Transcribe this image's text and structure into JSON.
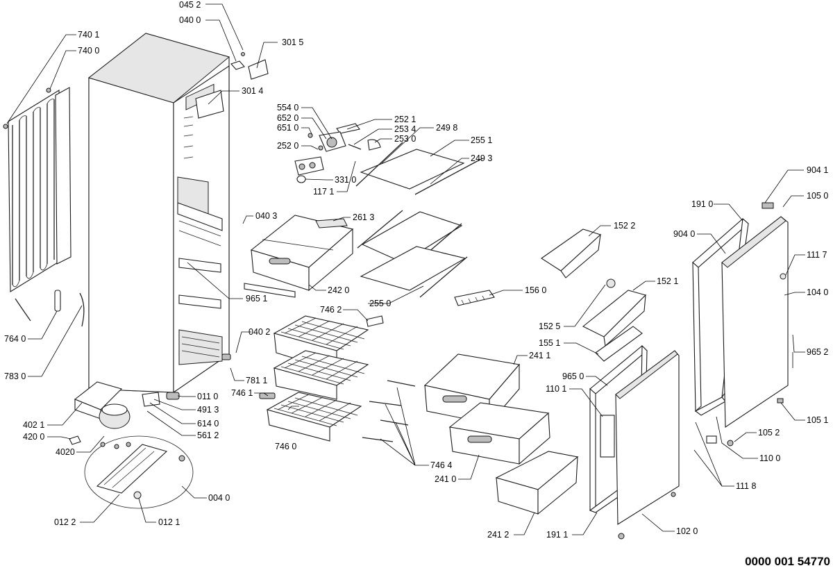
{
  "labels": {
    "l0452": "045 2",
    "l0400": "040 0",
    "l3015": "301 5",
    "l7401": "740 1",
    "l7400": "740 0",
    "l3014": "301 4",
    "l5540": "554 0",
    "l6520": "652 0",
    "l6510": "651 0",
    "l2520": "252 0",
    "l2521": "252 1",
    "l2534": "253 4",
    "l2530": "253 0",
    "l2498": "249 8",
    "l2551": "255 1",
    "l2493": "249 3",
    "l3310": "331 0",
    "l1171": "117 1",
    "l0403": "040 3",
    "l2613": "261 3",
    "l1522": "152 2",
    "l9041": "904 1",
    "l1050": "105 0",
    "l1910": "191 0",
    "l9040": "904 0",
    "l1117": "111 7",
    "l1040": "104 0",
    "l2420": "242 0",
    "l9651": "965 1",
    "l2550": "255 0",
    "l1560": "156 0",
    "l1521": "152 1",
    "l7462": "746 2",
    "l1525": "152 5",
    "l1551": "155 1",
    "l7640": "764 0",
    "l0402": "040 2",
    "l2411": "241 1",
    "l9652": "965 2",
    "l9650": "965 0",
    "l7830": "783 0",
    "l7811": "781 1",
    "l1101": "110 1",
    "l7461": "746 1",
    "l0110": "011 0",
    "l4913": "491 3",
    "l4021": "402 1",
    "l6140": "614 0",
    "l4200": "420 0",
    "l5612": "561 2",
    "l1051": "105 1",
    "l4020": "4020",
    "l7460": "746 0",
    "l1052": "105 2",
    "l7464": "746 4",
    "l1100": "110 0",
    "l0040": "004 0",
    "l2410": "241 0",
    "l1118": "111 8",
    "l0122": "012 2",
    "l0121": "012 1",
    "l2412": "241 2",
    "l1911": "191 1",
    "l1020": "102 0"
  },
  "document_number": "0000 001 54770"
}
